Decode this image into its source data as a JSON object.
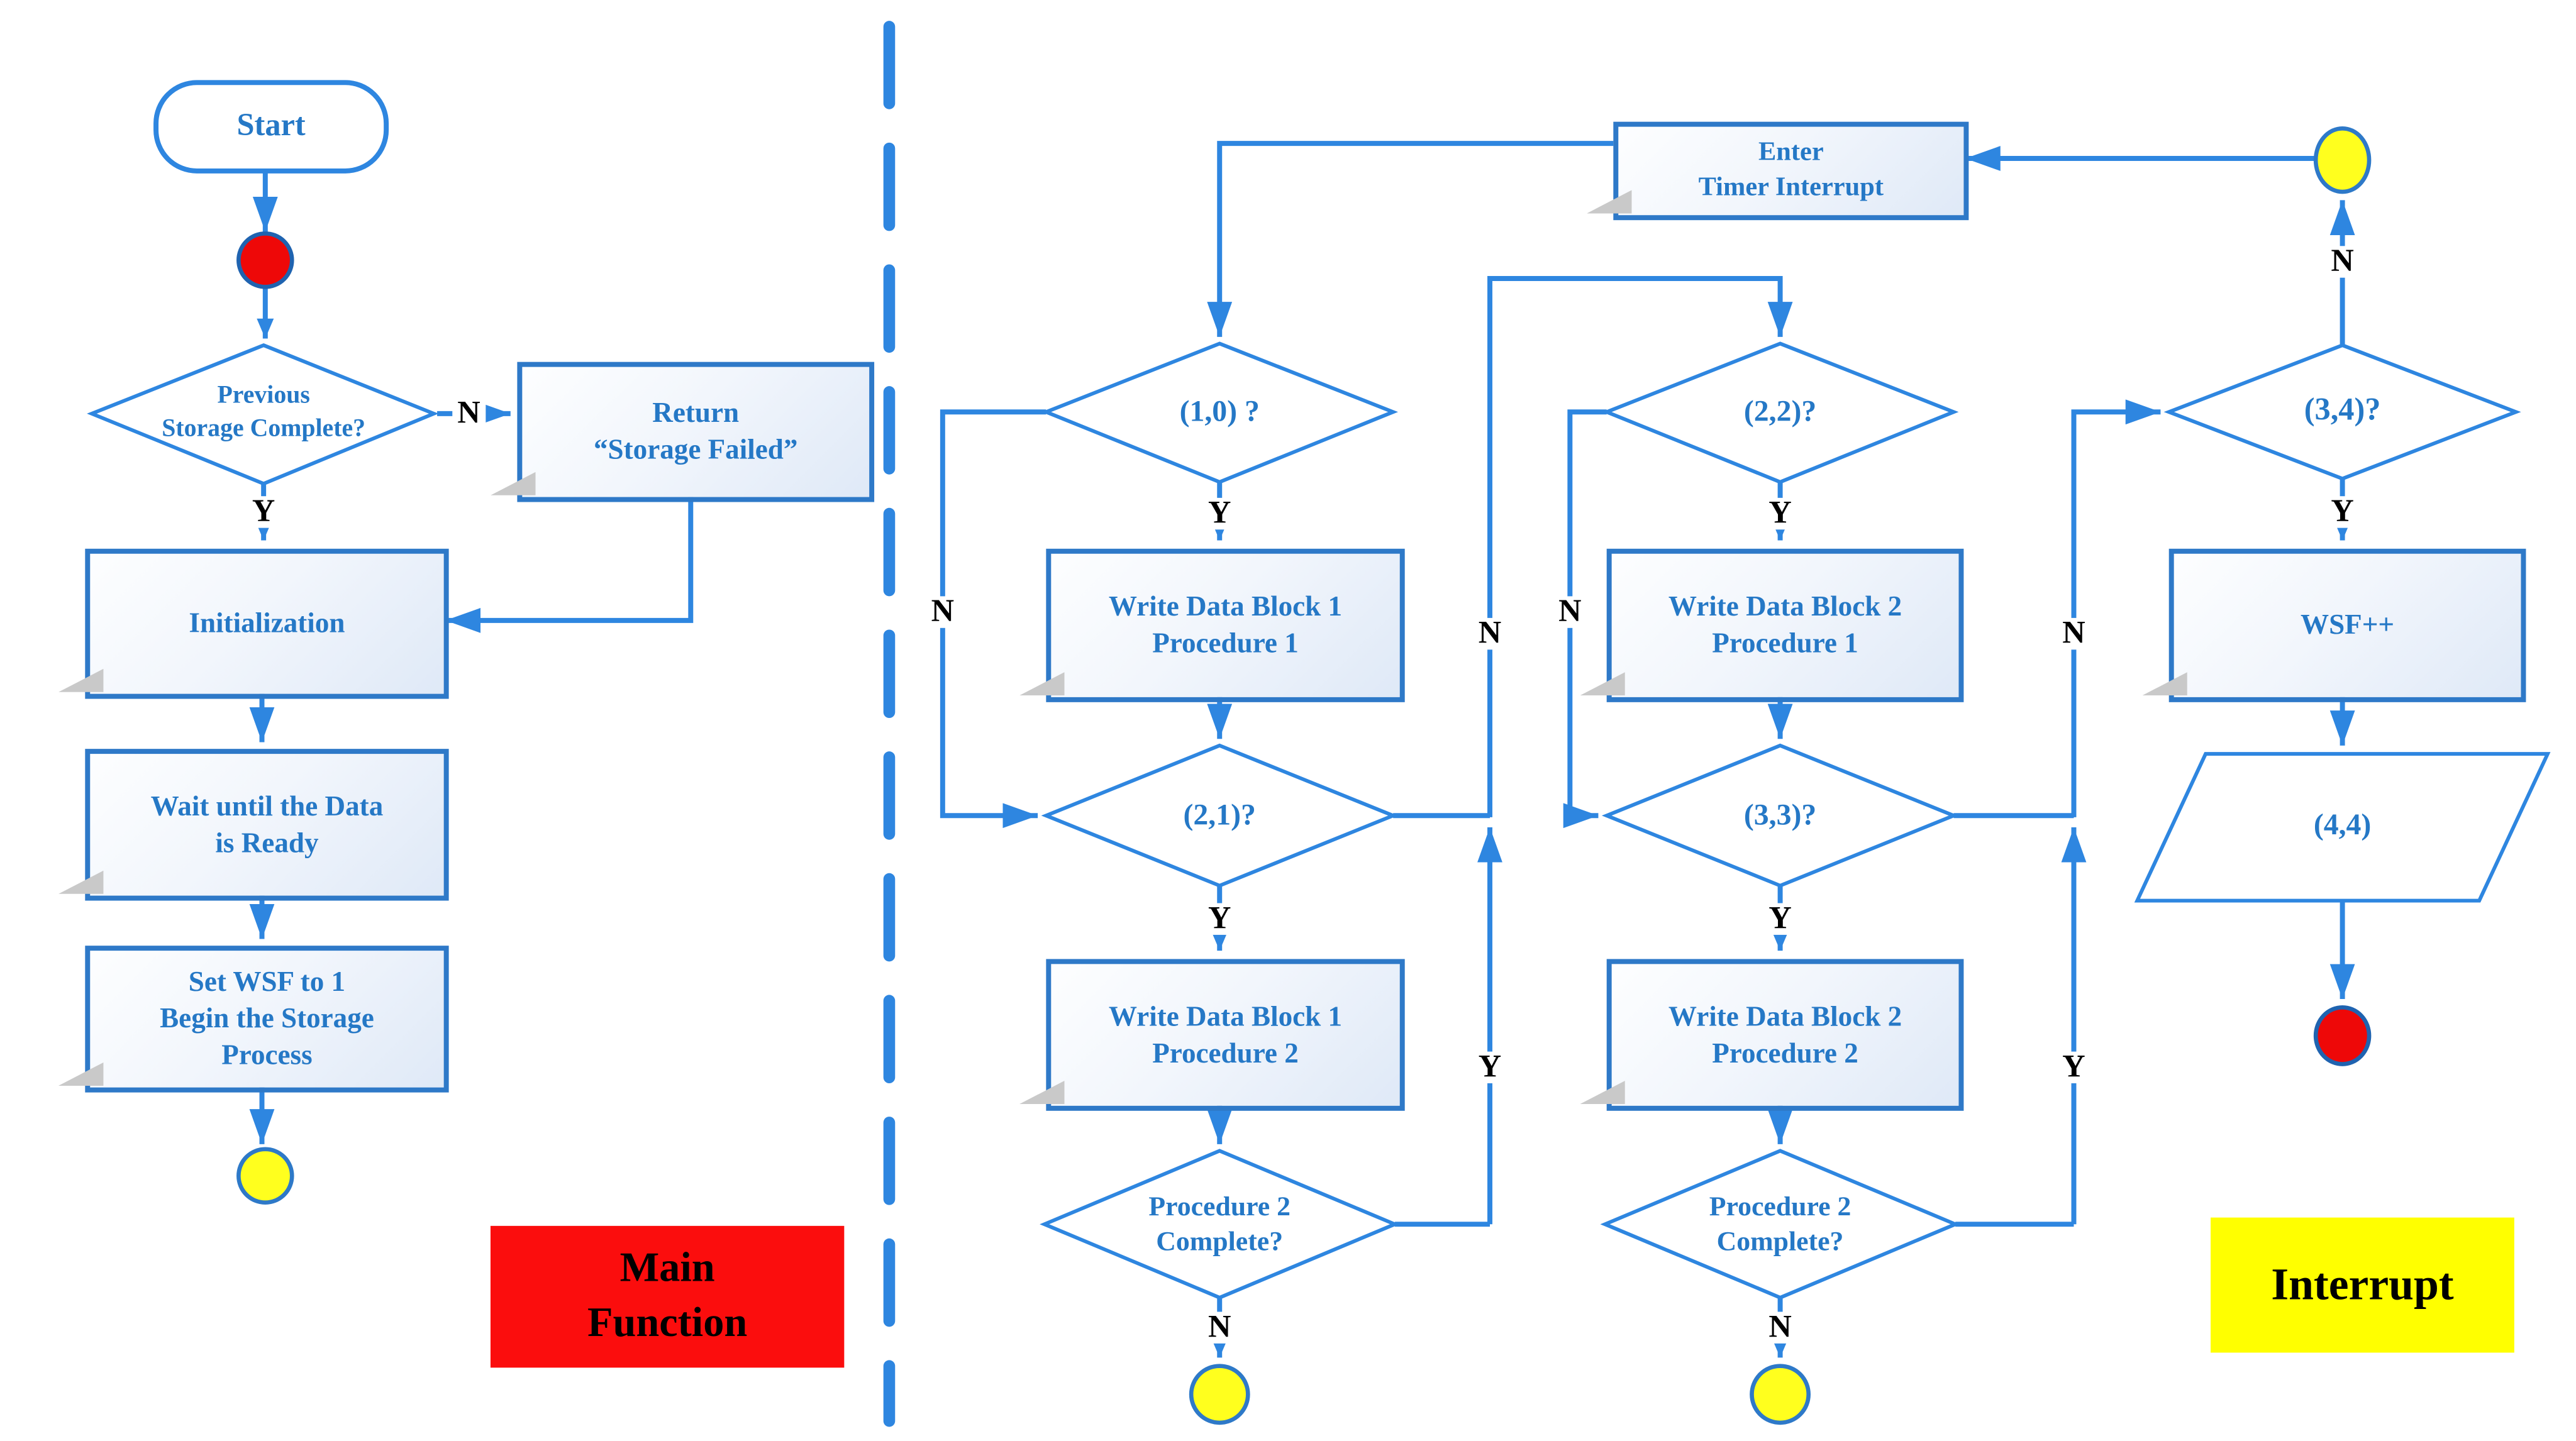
{
  "palette": {
    "connector_blue": "#2E86E0",
    "shape_border_blue": "#2E79C8",
    "shape_text_blue": "#2578C6",
    "terminator_red": "#EE0808",
    "terminator_yellow": "#FFFF1E",
    "region_red_bg": "#FB0D0D",
    "region_yellow_bg": "#FFFF00",
    "branch_label_black": "#000000",
    "shadow_gray": "#C9C9C9"
  },
  "labels": {
    "yes": "Y",
    "no": "N"
  },
  "main_function": {
    "region_label": "Main\nFunction",
    "start": "Start",
    "decision": "Previous\nStorage Complete?",
    "return_failed": "Return\n“Storage Failed”",
    "initialization": "Initialization",
    "wait_data": "Wait until the Data\nis Ready",
    "set_wsf": "Set WSF to 1\nBegin the Storage\nProcess"
  },
  "interrupt": {
    "region_label": "Interrupt",
    "enter": "Enter\nTimer Interrupt",
    "check_1_0": "(1,0) ?",
    "write_b1_p1": "Write Data Block 1\nProcedure 1",
    "check_2_1": "(2,1)?",
    "write_b1_p2": "Write Data Block 1\nProcedure 2",
    "proc2_complete_1": "Procedure 2\nComplete?",
    "check_2_2": "(2,2)?",
    "write_b2_p1": "Write Data Block 2\nProcedure 1",
    "check_3_3": "(3,3)?",
    "write_b2_p2": "Write Data Block 2\nProcedure 2",
    "proc2_complete_2": "Procedure 2\nComplete?",
    "check_3_4": "(3,4)?",
    "wsf_increment": "WSF++",
    "output_4_4": "(4,4)"
  }
}
